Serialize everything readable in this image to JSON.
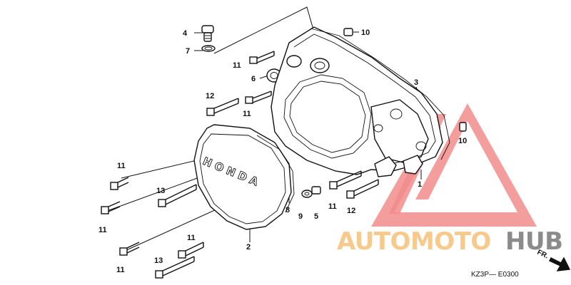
{
  "diagram": {
    "code_label": "KZ3P— E0300",
    "direction_label": "FR.",
    "brand_text": "HONDA",
    "callouts": [
      {
        "id": "c4",
        "text": "4"
      },
      {
        "id": "c7",
        "text": "7"
      },
      {
        "id": "c10a",
        "text": "10"
      },
      {
        "id": "c11a",
        "text": "11"
      },
      {
        "id": "c6",
        "text": "6"
      },
      {
        "id": "c3",
        "text": "3"
      },
      {
        "id": "c12a",
        "text": "12"
      },
      {
        "id": "c11b",
        "text": "11"
      },
      {
        "id": "c10b",
        "text": "10"
      },
      {
        "id": "c1",
        "text": "1"
      },
      {
        "id": "c11c",
        "text": "11"
      },
      {
        "id": "c13a",
        "text": "13"
      },
      {
        "id": "c11d",
        "text": "11"
      },
      {
        "id": "c8",
        "text": "8"
      },
      {
        "id": "c9",
        "text": "9"
      },
      {
        "id": "c5",
        "text": "5"
      },
      {
        "id": "c11e",
        "text": "11"
      },
      {
        "id": "c12b",
        "text": "12"
      },
      {
        "id": "c2",
        "text": "2"
      },
      {
        "id": "c11f",
        "text": "11"
      },
      {
        "id": "c11g",
        "text": "11"
      },
      {
        "id": "c13b",
        "text": "13"
      }
    ]
  },
  "watermark": {
    "part1": "AUTOMOTO",
    "part2": "HUB",
    "color_primary": "#f28c8c",
    "color_secondary": "#8b8b8b"
  }
}
